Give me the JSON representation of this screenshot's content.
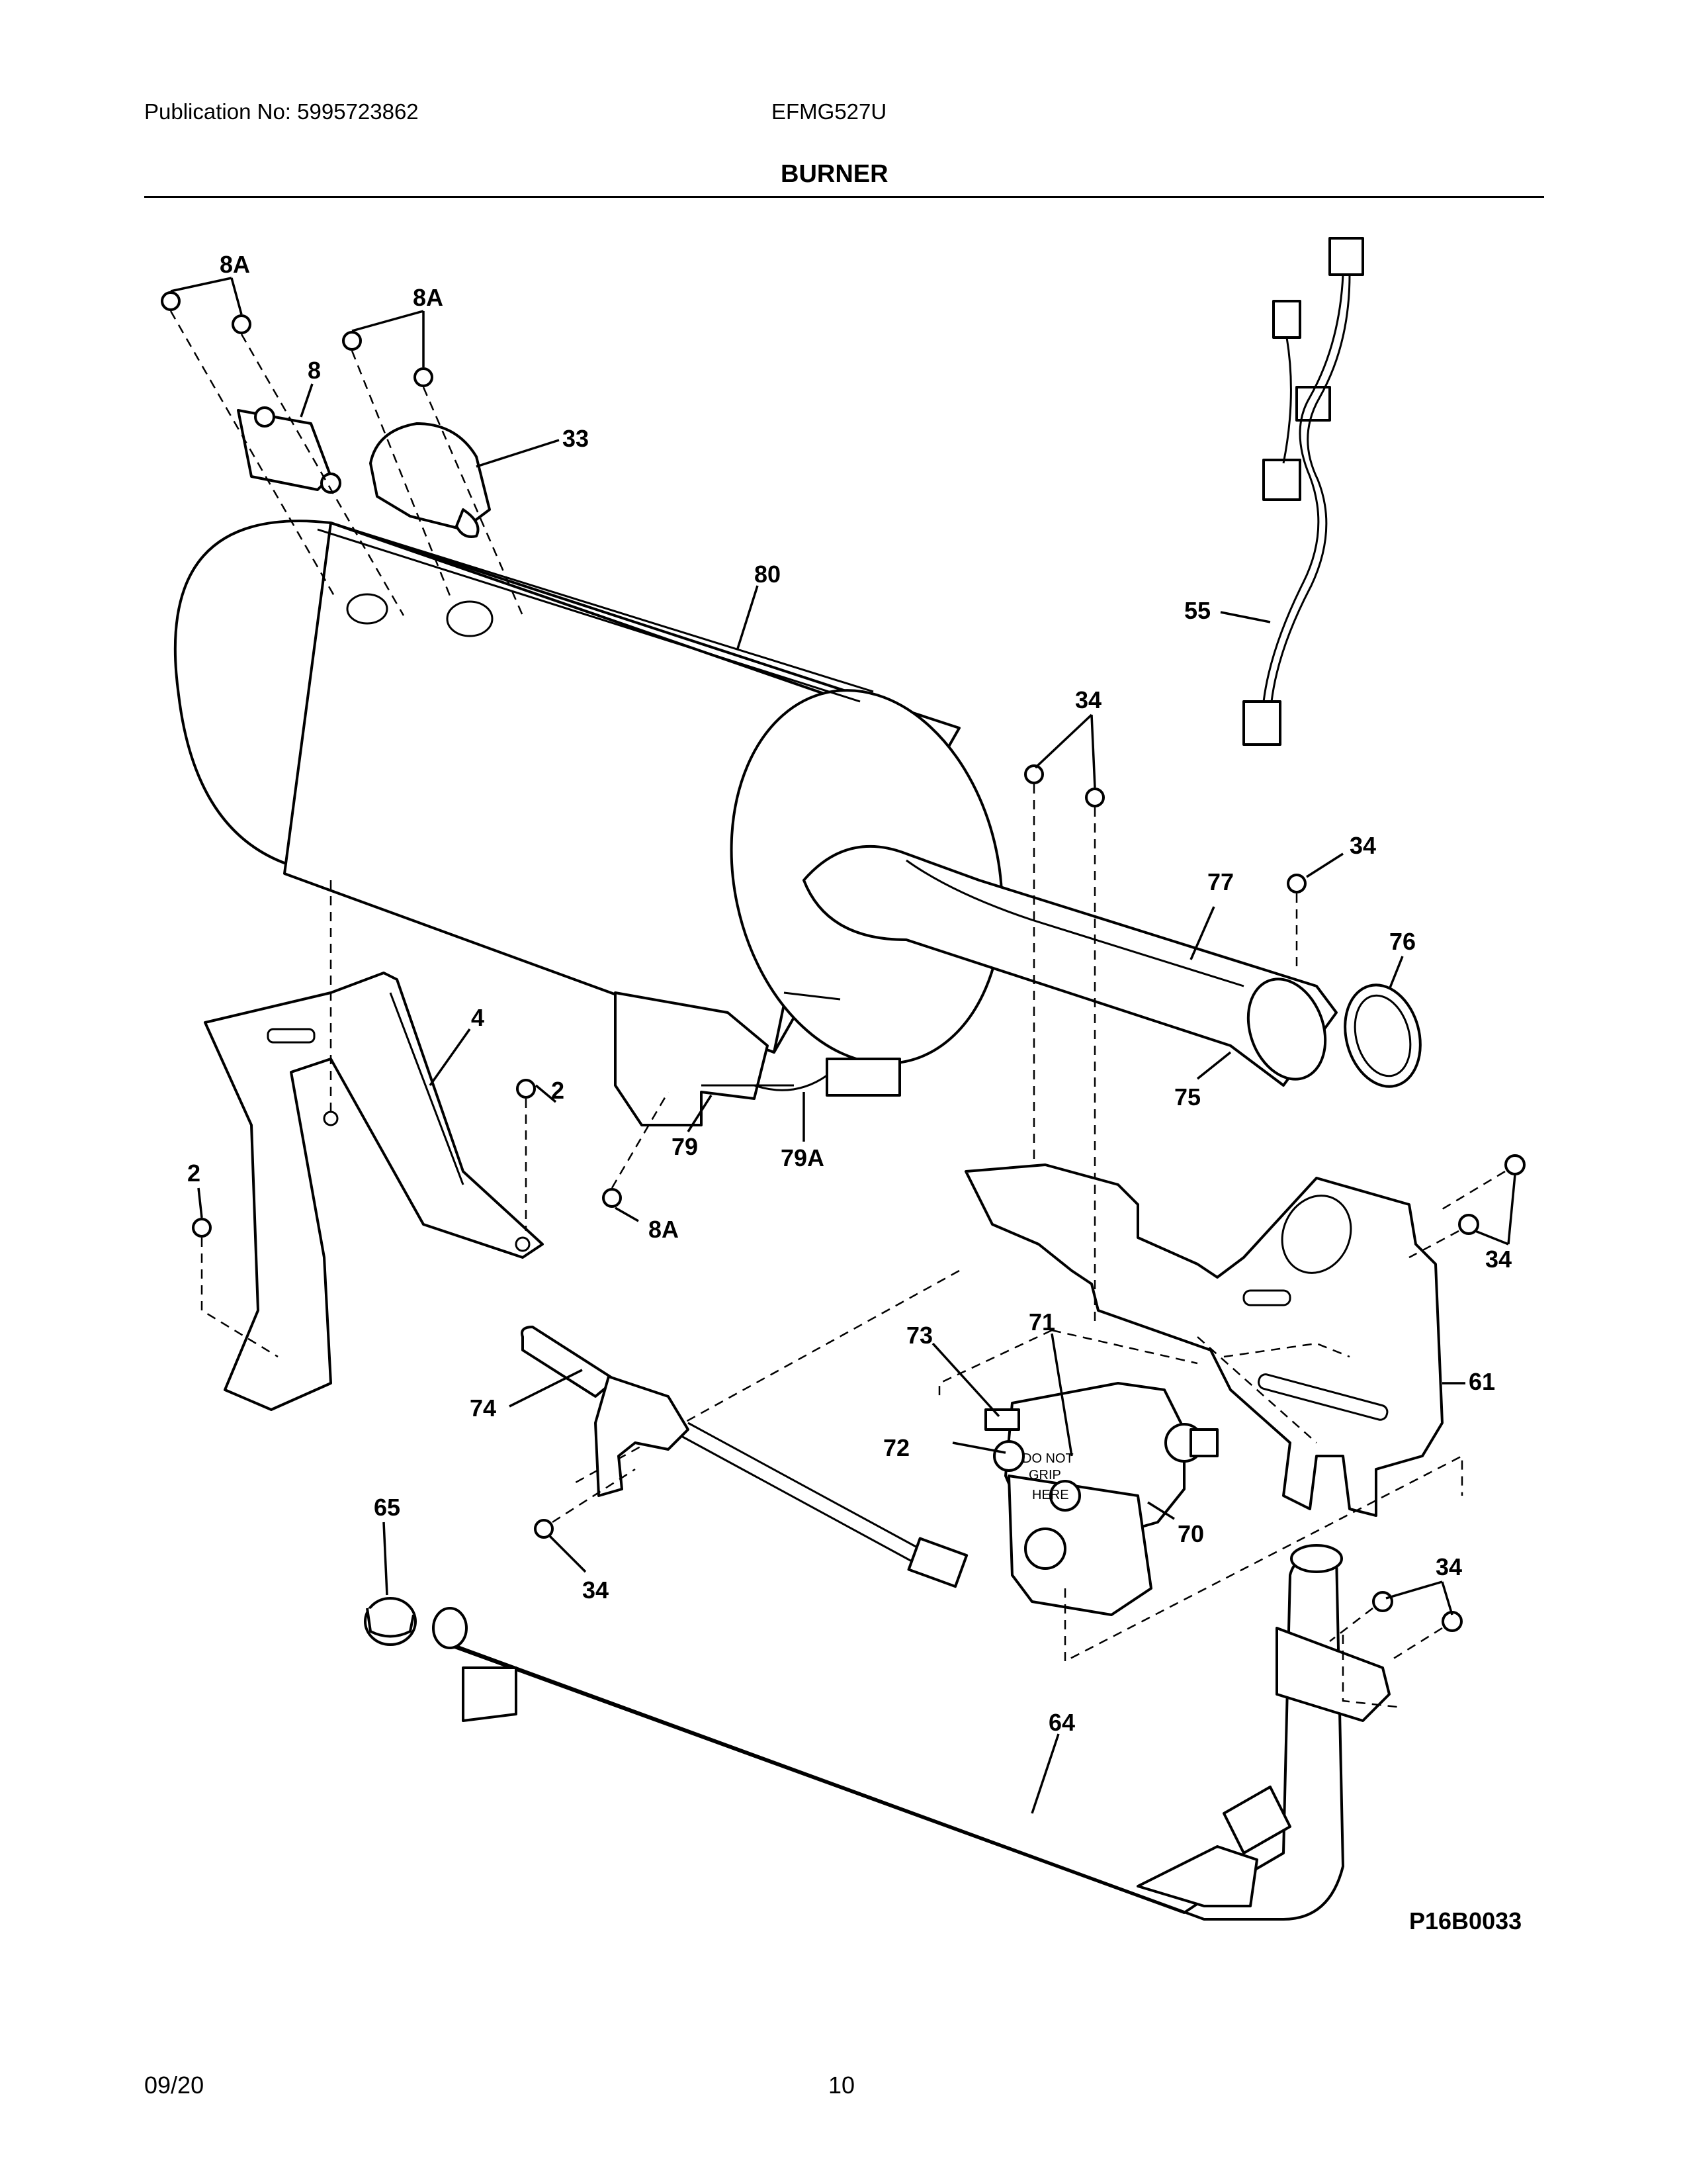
{
  "header": {
    "publication": "Publication No: 5995723862",
    "model": "EFMG527U",
    "section_title": "BURNER"
  },
  "diagram": {
    "figure_code": "P16B0033",
    "valve_stamp": [
      "DO NOT",
      "GRIP",
      "HERE"
    ],
    "callouts": [
      "8A",
      "8A",
      "8",
      "33",
      "80",
      "55",
      "34",
      "34",
      "77",
      "76",
      "4",
      "2",
      "2",
      "79",
      "79A",
      "8A",
      "75",
      "34",
      "34",
      "73",
      "71",
      "61",
      "74",
      "72",
      "70",
      "65",
      "34",
      "34",
      "64"
    ]
  },
  "footer": {
    "date": "09/20",
    "page": "10"
  }
}
